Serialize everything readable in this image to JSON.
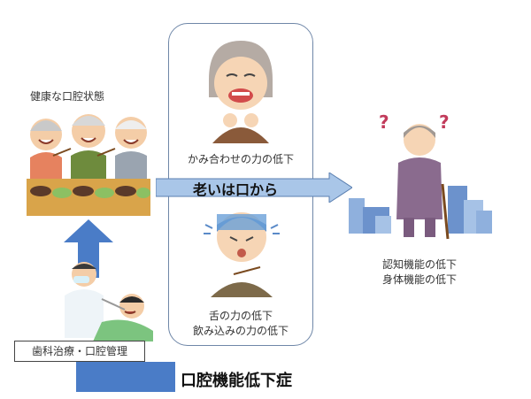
{
  "healthy_oral_label": "健康な口腔状態",
  "dental_treatment_label": "歯科治療・口腔管理",
  "bite_decline_label": "かみ合わせの力の低下",
  "tongue_decline_label": "舌の力の低下",
  "swallow_decline_label": "飲み込みの力の低下",
  "aging_from_mouth_label": "老いは口から",
  "cognitive_decline_label": "認知機能の低下",
  "physical_decline_label": "身体機能の低下",
  "oral_hypofunction_label": "口腔機能低下症",
  "question_mark": "?",
  "colors": {
    "arrow_blue": "#4a7cc7",
    "arrow_light": "#a9c6e8",
    "panel_border": "#6f87a8"
  }
}
